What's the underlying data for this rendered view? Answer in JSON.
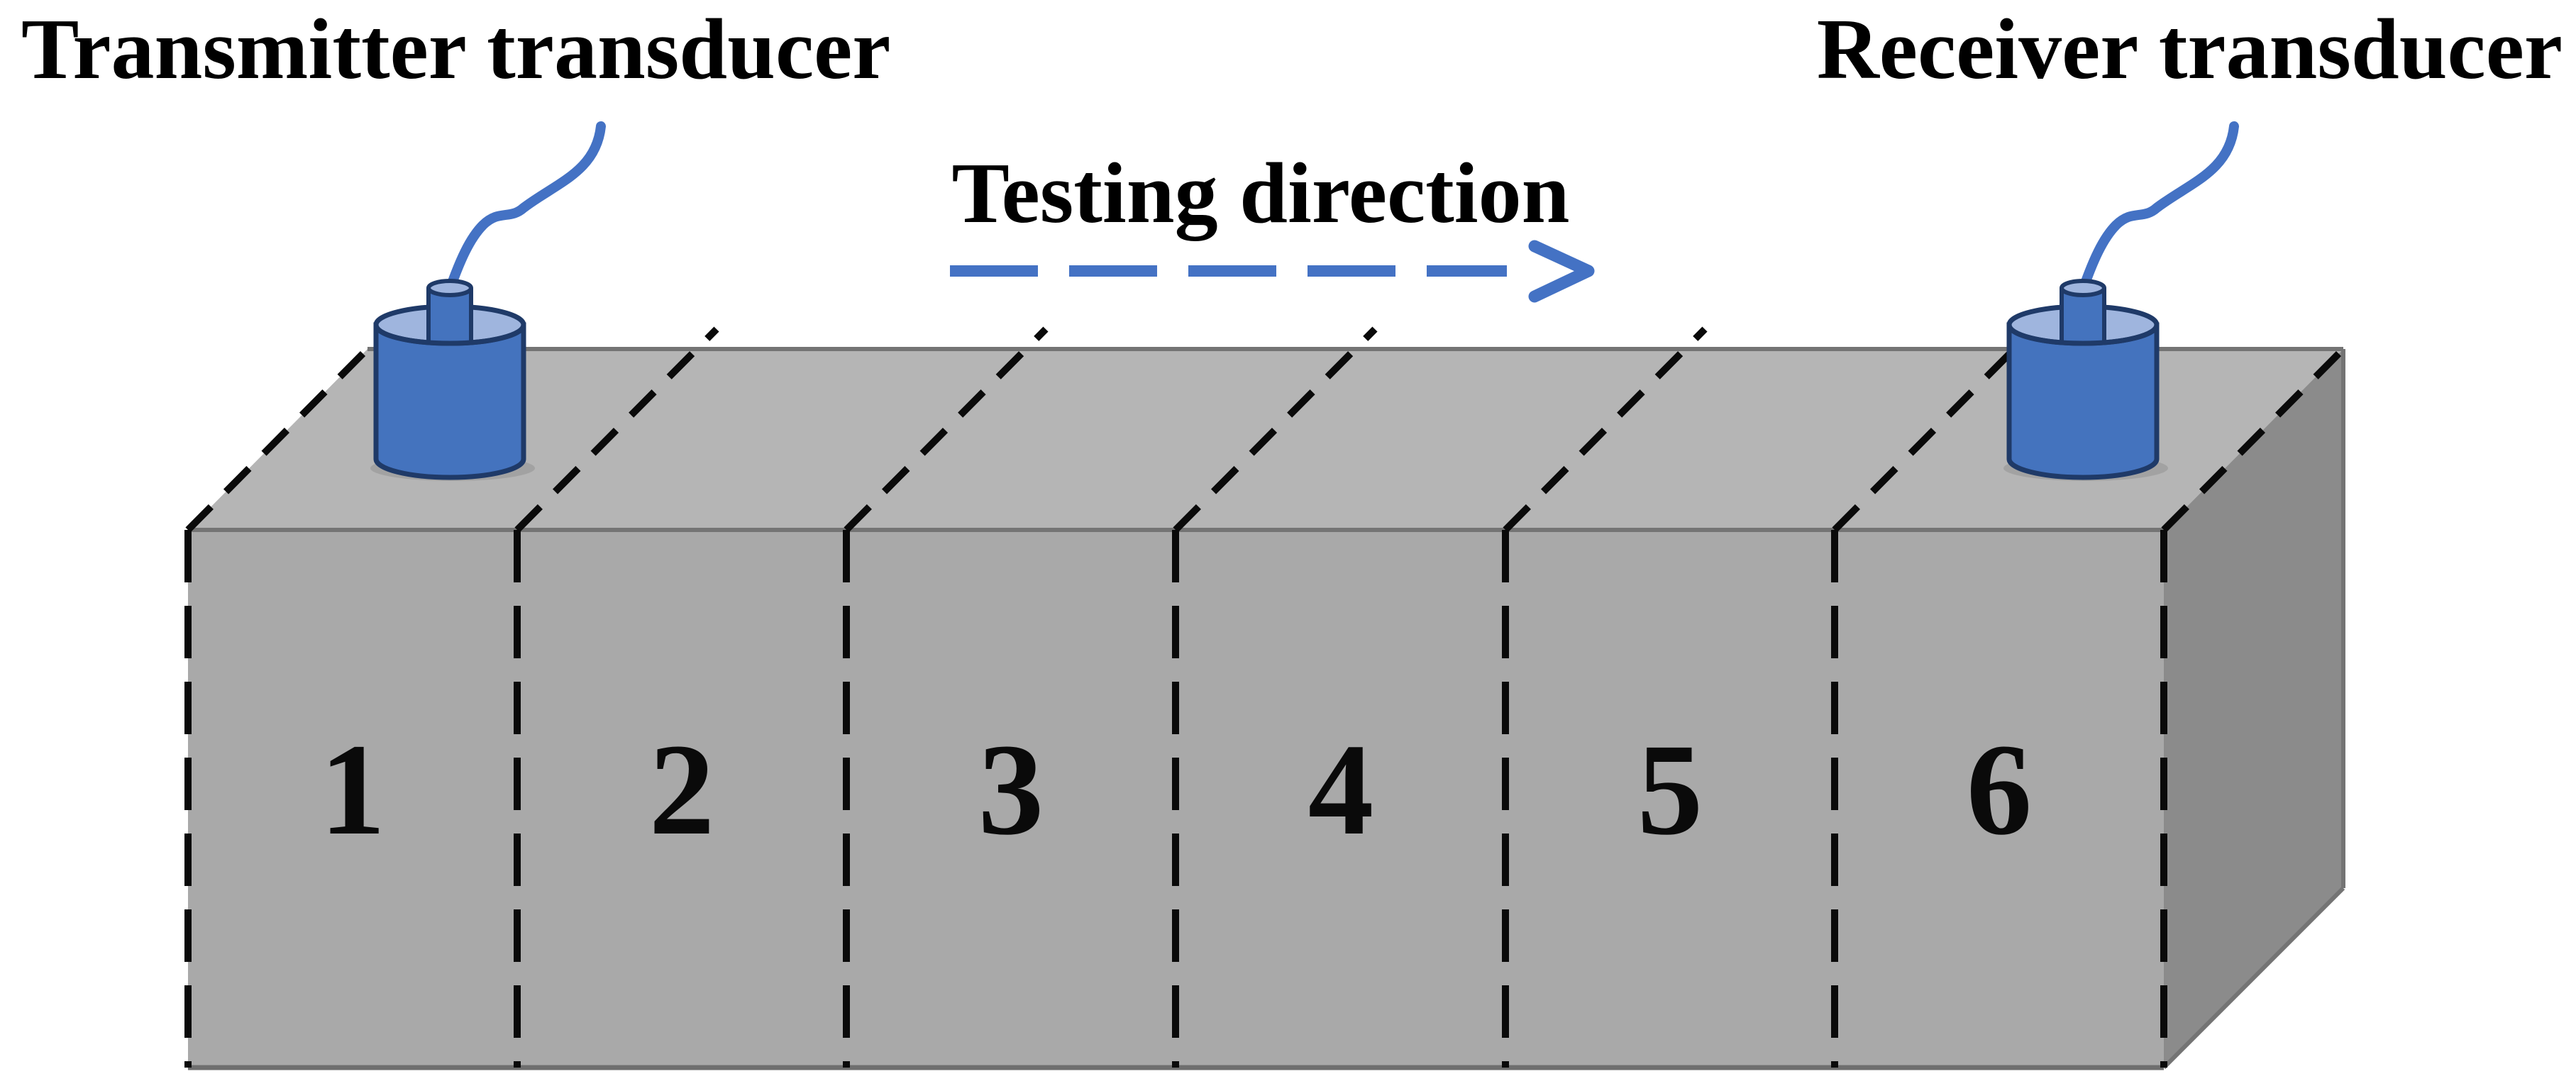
{
  "diagram": {
    "title_left": "Transmitter transducer",
    "title_right": "Receiver transducer",
    "direction_label": "Testing direction",
    "segment_labels": [
      "1",
      "2",
      "3",
      "4",
      "5",
      "6"
    ]
  },
  "colors": {
    "background": "#FFFFFF",
    "accent_blue": "#4472C4",
    "transducer_body_blue": "#4473BE",
    "transducer_top_blue": "#9FB5DE",
    "transducer_outline_navy": "#1F3A68",
    "box_top_face": "#B5B5B5",
    "box_front_face": "#A9A9A9",
    "box_side_face": "#8B8B8B",
    "edge_gray": "#747474",
    "dash_black": "#0A0A0A"
  }
}
